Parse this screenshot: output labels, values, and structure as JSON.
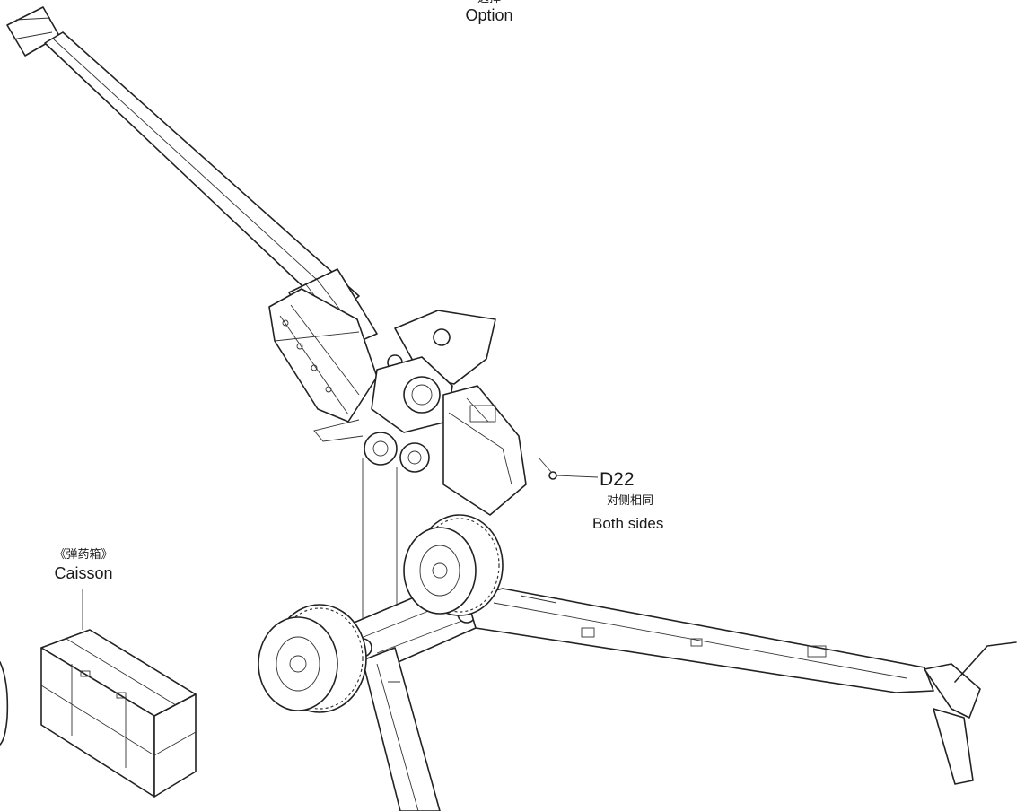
{
  "labels": {
    "option": {
      "cn": "选择",
      "en": "Option"
    },
    "d22": {
      "code": "D22",
      "cn": "对侧相同",
      "en": "Both sides"
    },
    "caisson": {
      "cn": "《弹药箱》",
      "en": "Caisson"
    }
  },
  "colors": {
    "line": "#222222",
    "background": "#ffffff"
  }
}
